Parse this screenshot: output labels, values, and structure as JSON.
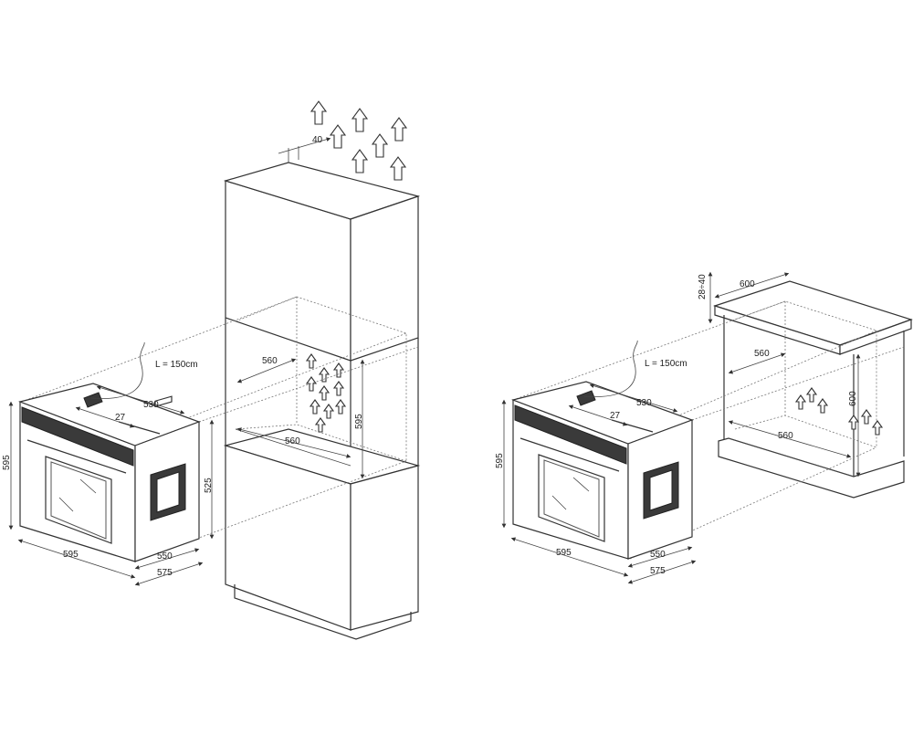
{
  "left": {
    "cable": "L = 150cm",
    "oven": {
      "depth_top": "530",
      "depth_small": "27",
      "height": "595",
      "inner_height": "525",
      "width": "595",
      "depth_a": "550",
      "depth_b": "575"
    },
    "cabinet": {
      "top_gap": "40",
      "niche_width_upper": "560",
      "niche_width_lower": "560",
      "niche_height": "595"
    }
  },
  "right": {
    "cable": "L = 150cm",
    "oven": {
      "depth_top": "530",
      "depth_small": "27",
      "height": "595",
      "width": "595",
      "depth_a": "550",
      "depth_b": "575"
    },
    "cabinet": {
      "worktop_depth": "600",
      "worktop_gap": "28÷40",
      "niche_width_upper": "560",
      "niche_width_lower": "560",
      "niche_height": "600"
    }
  },
  "colors": {
    "line": "#333333",
    "dotted": "#777777",
    "panel": "#3a3a3a"
  }
}
